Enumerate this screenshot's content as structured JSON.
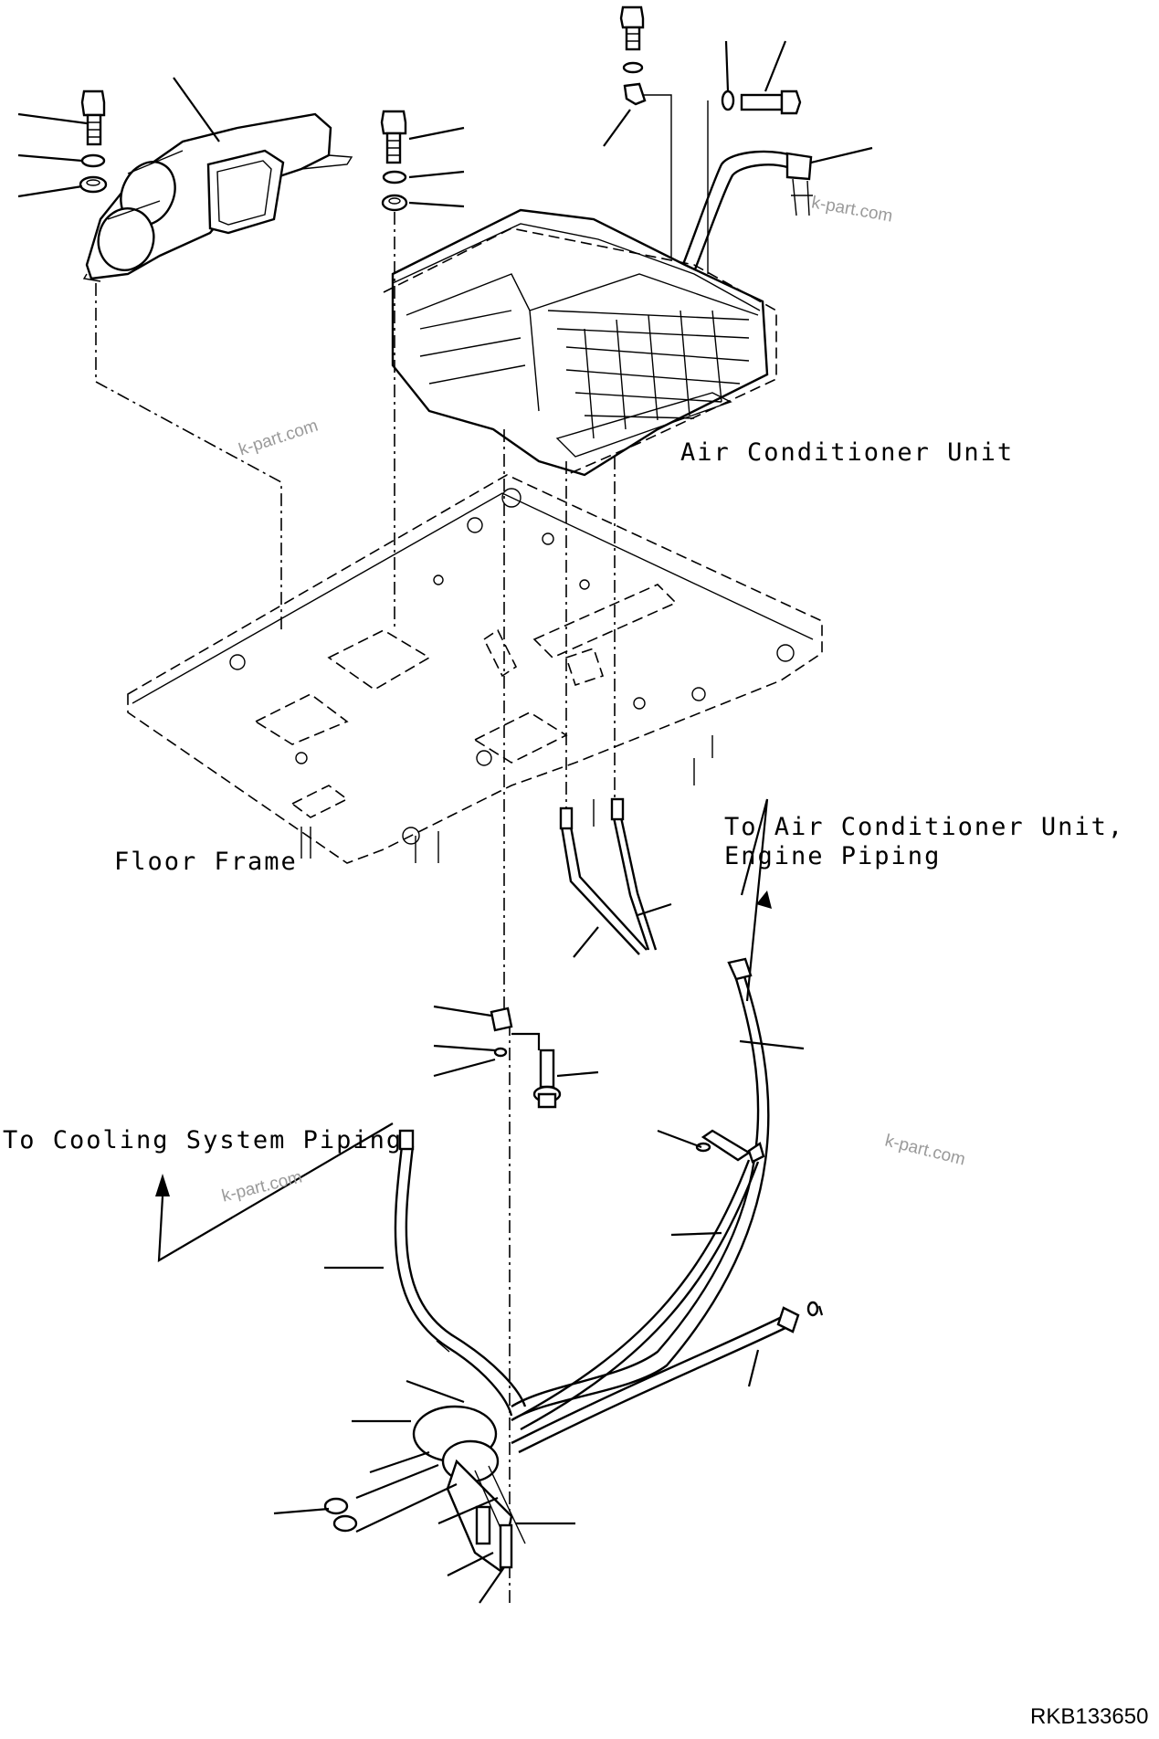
{
  "labels": {
    "air_conditioner_unit": "Air Conditioner Unit",
    "floor_frame": "Floor Frame",
    "to_ac_unit_engine_line1": "To Air Conditioner Unit,",
    "to_ac_unit_engine_line2": "Engine Piping",
    "to_cooling_system": "To Cooling System Piping"
  },
  "watermarks": [
    "k-part.com",
    "k-part.com",
    "k-part.com",
    "k-part.com"
  ],
  "drawing_code": "RKB133650",
  "colors": {
    "line": "#000000",
    "watermark": "#9a9a9a",
    "background": "#ffffff"
  }
}
